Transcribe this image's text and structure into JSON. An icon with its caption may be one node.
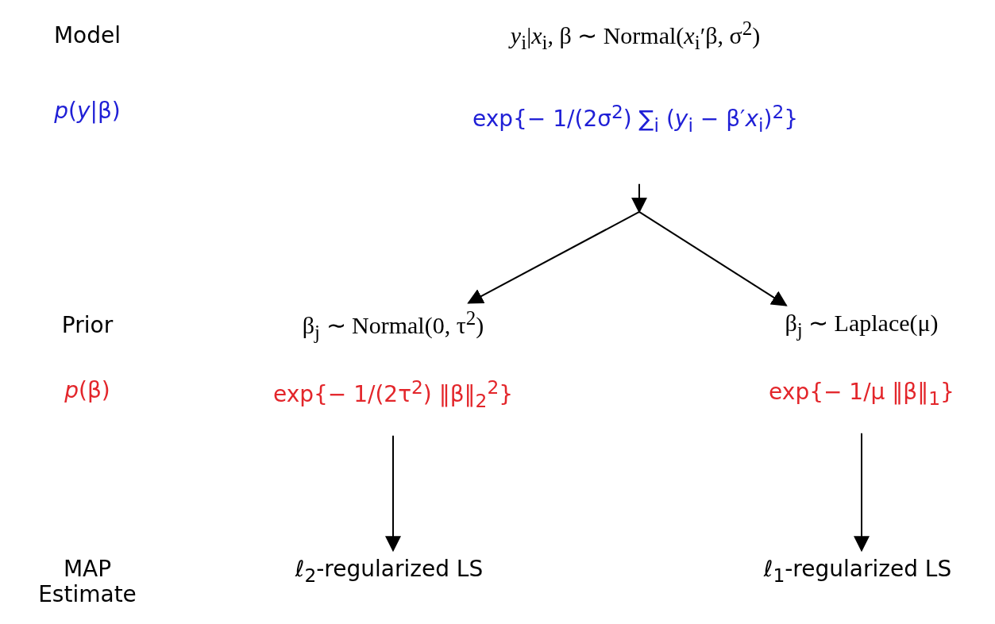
{
  "diagram": {
    "nodes": [
      {
        "text": [
          "exp{− 1/(2σ$^{2}$) ∑$_{i}$ (*y*$_{i}$ − β′*x*$_{i}$)$^{2}$}"
        ]
      },
      {
        "text": [
          "β$_{j}$ ∼ Normal(0, τ$^{2}$)"
        ]
      },
      {
        "text": [
          "β$_{j}$ ∼ Laplace(μ)"
        ]
      },
      {
        "text": [
          "exp{− 1/(2τ$^{2}$) ‖β‖$_{2}$$^{2}$}"
        ]
      },
      {
        "text": [
          "exp{− 1/μ ‖β‖$_{1}$}"
        ]
      },
      {
        "text": [
          "ℓ$_{2}$-regularized LS"
        ]
      },
      {
        "text": [
          "ℓ$_{1}$-regularized LS"
        ]
      }
    ],
    "edges": [
      {
        "from": 0,
        "to": 1,
        "arrow": "to"
      },
      {
        "from": 0,
        "to": 2,
        "arrow": "to"
      },
      {
        "from": 3,
        "to": 5,
        "arrow": "to"
      },
      {
        "from": 4,
        "to": 6,
        "arrow": "to"
      }
    ],
    "labels": [
      "Model",
      "*y*$_{i}$|*x*$_{i}$, β ∼ Normal(*x*$_{i}$′β, σ$^{2}$)",
      "*p*(*y*|β)",
      "Prior",
      "*p*(β)",
      "MAP Estimate"
    ]
  }
}
